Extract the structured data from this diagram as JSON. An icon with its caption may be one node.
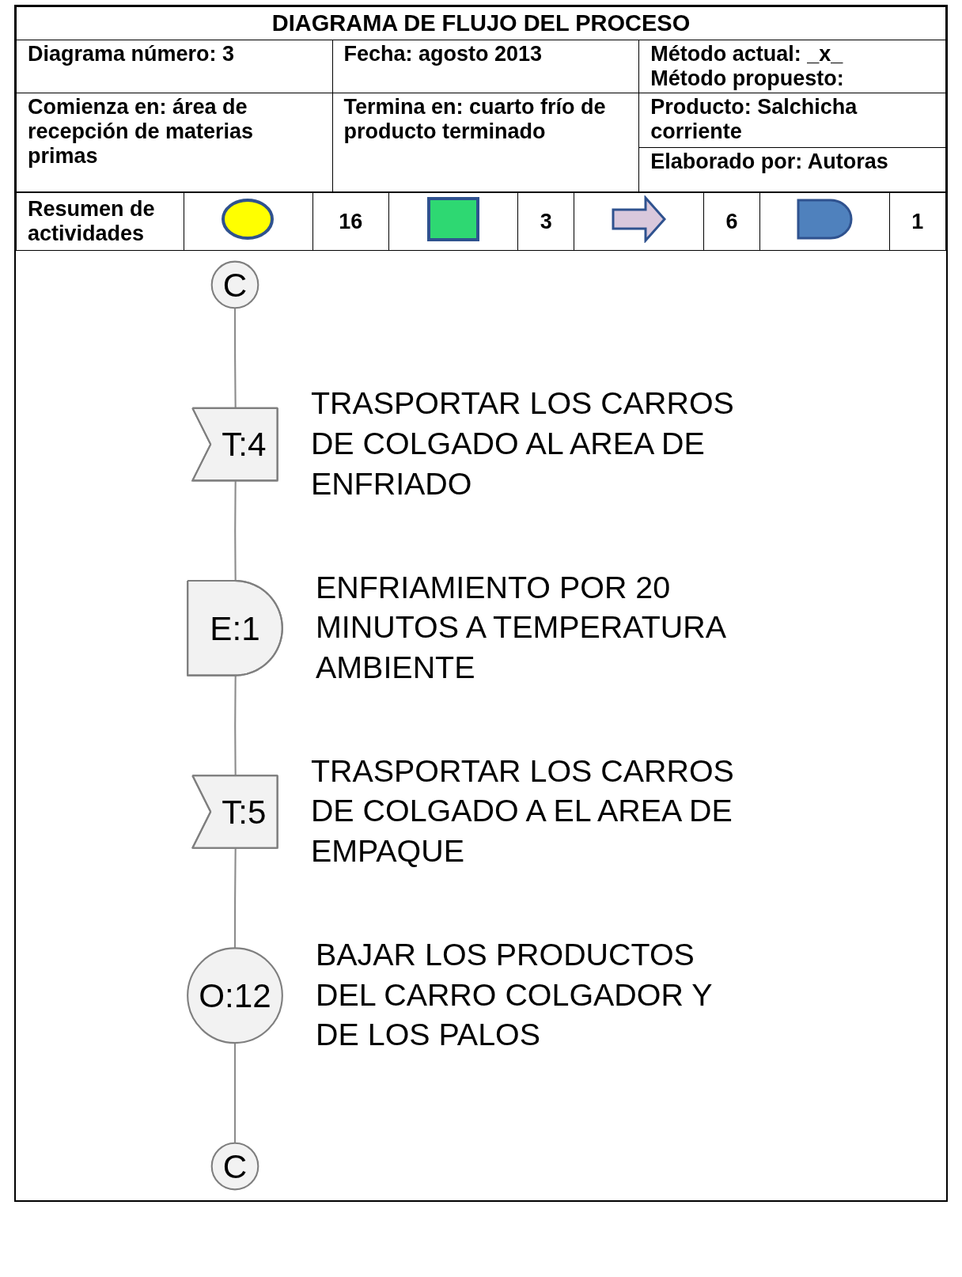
{
  "diagram": {
    "title": "DIAGRAMA DE FLUJO DEL PROCESO",
    "nodes": [
      {
        "text": [
          "C"
        ]
      },
      {
        "text": [
          "T:4"
        ],
        "beside": [
          "TRASPORTAR LOS CARROS DE COLGADO AL AREA DE ENFRIADO"
        ]
      },
      {
        "text": [
          "E:1"
        ],
        "beside": [
          "ENFRIAMIENTO POR 20 MINUTOS A TEMPERATURA AMBIENTE"
        ]
      },
      {
        "text": [
          "T:5"
        ],
        "beside": [
          "TRASPORTAR LOS CARROS DE COLGADO A EL AREA DE EMPAQUE"
        ]
      },
      {
        "text": [
          "O:12"
        ],
        "beside": [
          "BAJAR LOS PRODUCTOS DEL CARRO COLGADOR Y DE LOS PALOS"
        ]
      },
      {
        "text": [
          "C"
        ]
      }
    ],
    "edges": [
      {
        "from": 0,
        "to": 1,
        "arrow": "none"
      },
      {
        "from": 1,
        "to": 2,
        "arrow": "none"
      },
      {
        "from": 2,
        "to": 3,
        "arrow": "none"
      },
      {
        "from": 3,
        "to": 4,
        "arrow": "none"
      },
      {
        "from": 4,
        "to": 5,
        "arrow": "none"
      }
    ],
    "labels": [
      "Diagrama número: 3",
      "Fecha: agosto 2013",
      "Método actual: _x_",
      "Método propuesto:",
      "Comienza en: área de recepción de materias primas",
      "Termina en: cuarto frío de producto terminado",
      "Producto:  Salchicha corriente",
      "Elaborado por: Autoras",
      "Resumen de actividades",
      "16",
      "3",
      "6",
      "1"
    ]
  }
}
